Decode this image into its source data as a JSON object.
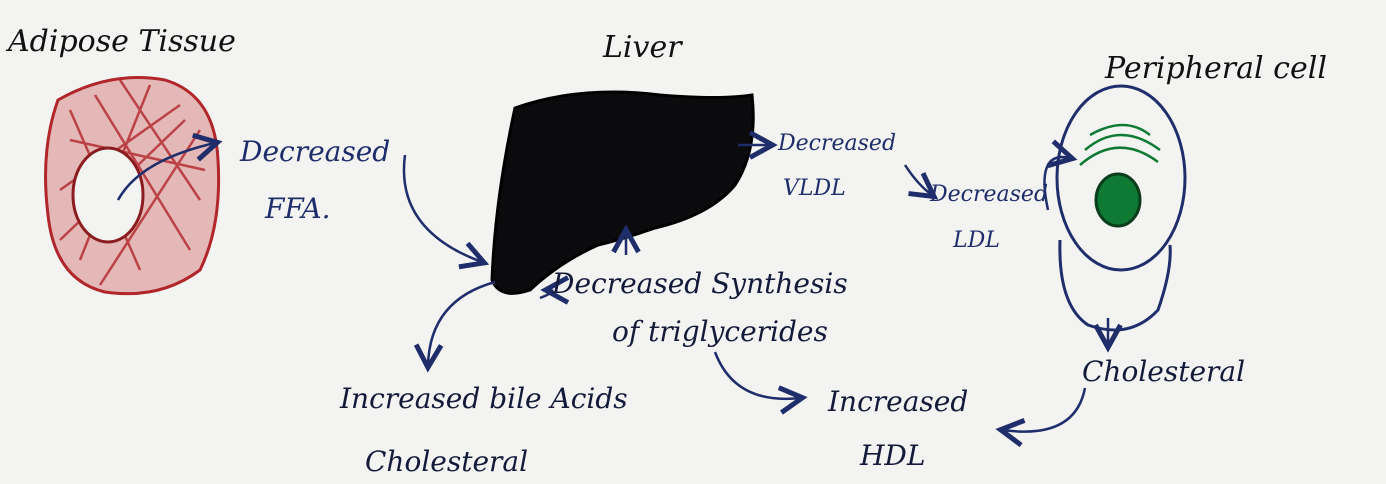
{
  "titles": {
    "adipose": "Adipose Tissue",
    "liver": "Liver",
    "peripheral": "Peripheral cell"
  },
  "labels": {
    "decreased_ffa_line1": "Decreased",
    "decreased_ffa_line2": "FFA.",
    "decreased_vldl_line1": "Decreased",
    "decreased_vldl_line2": "VLDL",
    "decreased_ldl_line1": "Decreased",
    "decreased_ldl_line2": "LDL",
    "synthesis_line1": "Decreased Synthesis",
    "synthesis_line2": "of triglycerides",
    "bile_line1": "Increased bile Acids",
    "bile_line2": "Cholesteral",
    "hdl_line1": "Increased",
    "hdl_line2": "HDL",
    "cholesteral_peripheral": "Cholesteral"
  },
  "colors": {
    "ink": "#1f2d6b",
    "adipose": "#b0262a",
    "liver": "#0b0b0d",
    "nucleus": "#0f7a33",
    "background": "#f3f4f2"
  }
}
